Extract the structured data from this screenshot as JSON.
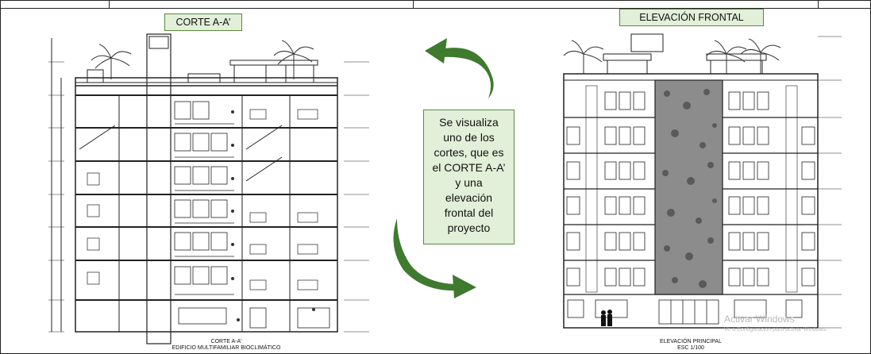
{
  "labels": {
    "section_title": "CORTE A-A’",
    "elevation_title": "ELEVACIÓN FRONTAL"
  },
  "callout": {
    "lines": [
      "Se visualiza",
      "uno de los",
      "cortes, que es",
      "el CORTE A-A’",
      "y una",
      "elevación",
      "frontal del",
      "proyecto"
    ]
  },
  "captions": {
    "section_line1": "CORTE A-A'",
    "section_line2": "EDIFICIO MULTIFAMILIAR BIOCLIMÁTICO",
    "elevation_line1": "ELEVACIÓN PRINCIPAL",
    "elevation_line2": "ESC 1/100"
  },
  "watermark": {
    "title": "Activar Windows",
    "subtitle": "Ve a Configuración para activar Windows."
  },
  "colors": {
    "label_bg": "#e2efd9",
    "label_border": "#5b8a3c",
    "arrow": "#3f7a2f",
    "drawing": "#222222"
  },
  "icons": [
    "curved-arrow-icon",
    "palm-tree-icon",
    "person-figure-icon"
  ]
}
